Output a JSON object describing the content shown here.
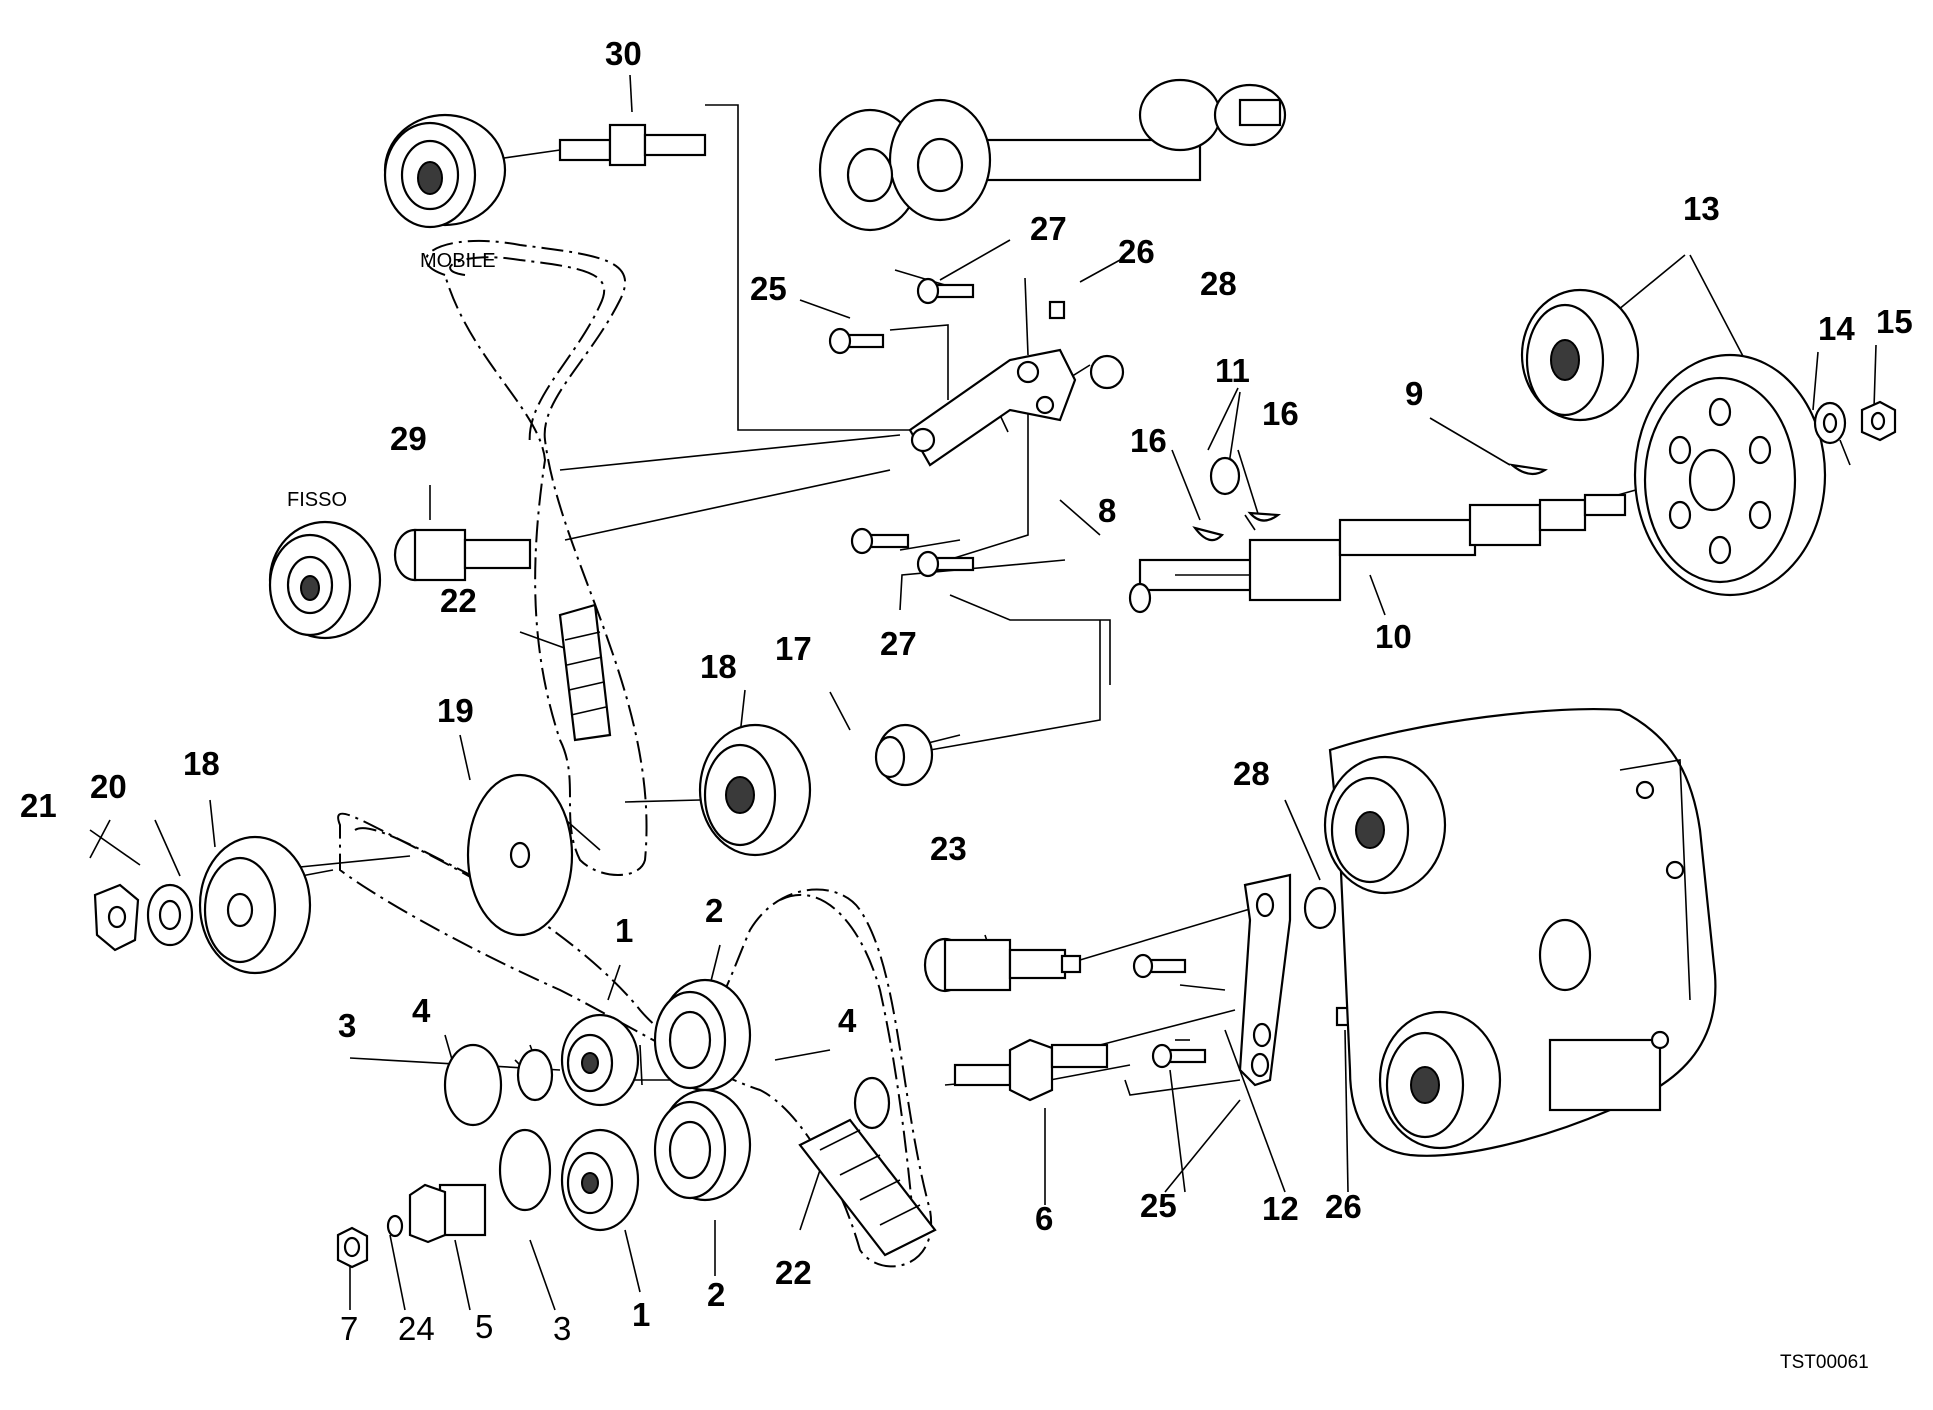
{
  "diagram": {
    "reference_code": "TST00061",
    "notes": {
      "mobile": "MOBILE",
      "fixed": "FISSO"
    },
    "callouts": {
      "c30": "30",
      "c27a": "27",
      "c26a": "26",
      "c25a": "25",
      "c28a": "28",
      "c13": "13",
      "c14": "14",
      "c15": "15",
      "c11": "11",
      "c9": "9",
      "c16a": "16",
      "c16b": "16",
      "c29": "29",
      "c8": "8",
      "c22a": "22",
      "c27b": "27",
      "c10": "10",
      "c18a": "18",
      "c17": "17",
      "c19": "19",
      "c21": "21",
      "c20": "20",
      "c18b": "18",
      "c28b": "28",
      "c23": "23",
      "c1a": "1",
      "c2a": "2",
      "c3a": "3",
      "c4a": "4",
      "c4b": "4",
      "c25b": "25",
      "c12": "12",
      "c26b": "26",
      "c6": "6",
      "c22b": "22",
      "c7": "7",
      "c24": "24",
      "c5": "5",
      "c3b": "3",
      "c1b": "1",
      "c2b": "2"
    }
  }
}
